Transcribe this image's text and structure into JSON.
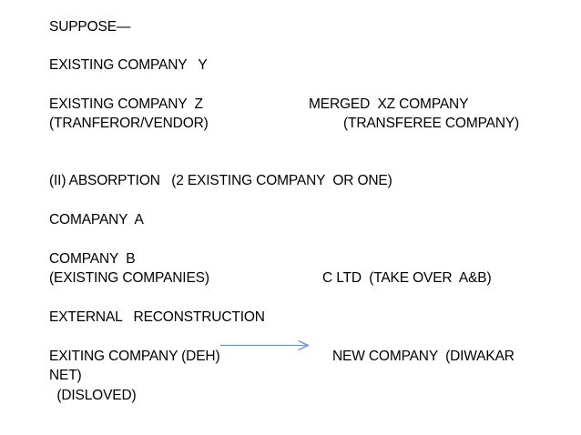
{
  "slide": {
    "background_color": "#ffffff",
    "text_color": "#000000",
    "accent_color": "#6b93c8",
    "lines": {
      "suppose": "SUPPOSE—",
      "existing_company_y": "EXISTING COMPANY   Y",
      "existing_company_z": "EXISTING COMPANY  Z",
      "transferor_vendor": "(TRANFEROR/VENDOR)",
      "merged_xz_company": "MERGED  XZ COMPANY",
      "transferee_company": "(TRANSFEREE COMPANY)",
      "absorption_heading": "(II) ABSORPTION   (2 EXISTING COMPANY  OR ONE)",
      "company_a": "COMAPANY  A",
      "company_b": "COMPANY  B",
      "existing_companies": "(EXISTING COMPANIES)",
      "c_ltd_takeover": "C LTD  (TAKE OVER  A&B)",
      "external_reconstruction": "EXTERNAL   RECONSTRUCTION",
      "exiting_company_deh": "EXITING COMPANY (DEH)",
      "net": "NET)",
      "disloved": "  (DISLOVED)",
      "new_company_diwakar": "NEW COMPANY  (DIWAKAR"
    },
    "arrow": {
      "name": "transformation-arrow",
      "color": "#6b93c8",
      "direction": "right"
    }
  }
}
